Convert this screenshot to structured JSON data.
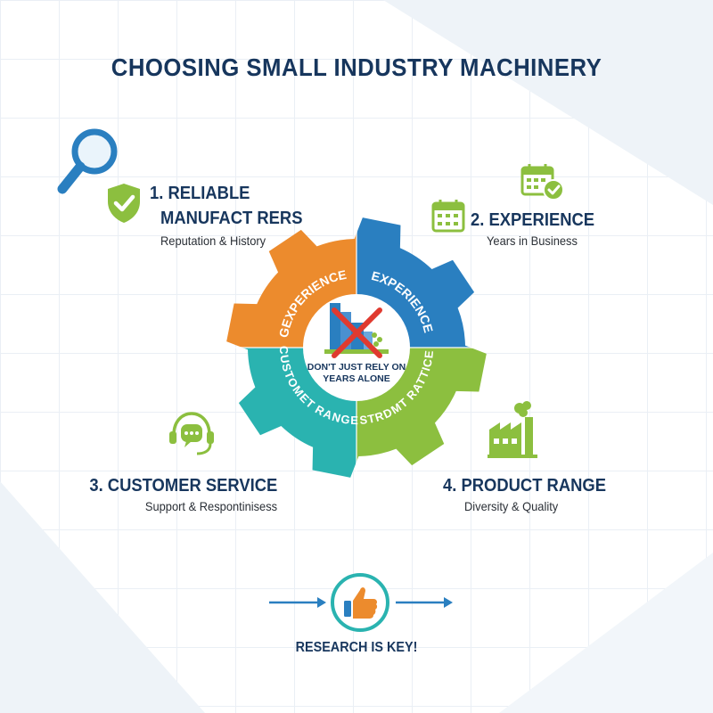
{
  "title": "CHOOSING SMALL INDUSTRY MACHINERY",
  "items": [
    {
      "title_line1": "1. RELIABLE",
      "title_line2": "MANUFACT RERS",
      "subtitle": "Reputation & History"
    },
    {
      "title": "2. EXPERIENCE",
      "subtitle": "Years in Business"
    },
    {
      "title": "3. CUSTOMER SERVICE",
      "subtitle": "Support & Respontinisess"
    },
    {
      "title": "4. PRODUCT RANGE",
      "subtitle": "Diversity & Quality"
    }
  ],
  "gear": {
    "segments": [
      "GEXPERIENCE",
      "EXPERIENCE",
      "CUSTOMET RANGE",
      "STRDMT RATTICE"
    ],
    "center_line1": "DON'T JUST RELY ON",
    "center_line2": "YEARS ALONE"
  },
  "footer": {
    "label": "RESEARCH IS KEY!"
  },
  "colors": {
    "navy": "#17365d",
    "orange": "#ec8b2d",
    "blue": "#2a7fc0",
    "teal": "#2ab3b0",
    "green": "#8cbf3f",
    "red": "#e03a2f"
  },
  "icons": [
    "magnifier-icon",
    "shield-check-icon",
    "calendar-icon",
    "calendar-check-icon",
    "chat-headset-icon",
    "factory-icon",
    "thumbs-up-icon",
    "arrow-right-icon",
    "crossed-building-icon"
  ]
}
